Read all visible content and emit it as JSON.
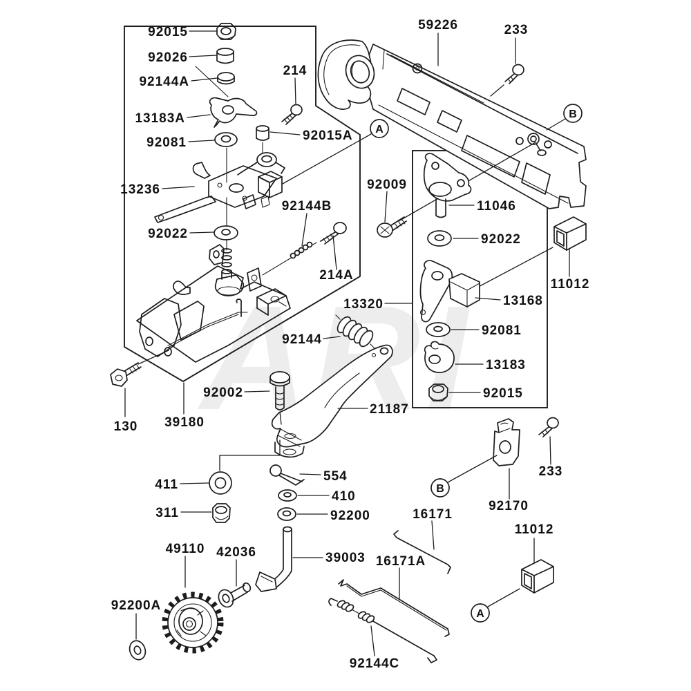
{
  "diagram": {
    "watermark": "ARI",
    "colors": {
      "line": "#1c1c1c",
      "background": "#ffffff",
      "watermark": "#ededed"
    }
  },
  "callouts": [
    {
      "letter": "A"
    },
    {
      "letter": "B"
    },
    {
      "letter": "B"
    },
    {
      "letter": "A"
    }
  ],
  "labels": [
    {
      "part": "92015"
    },
    {
      "part": "92026"
    },
    {
      "part": "92144A"
    },
    {
      "part": "13183A"
    },
    {
      "part": "92081"
    },
    {
      "part": "13236"
    },
    {
      "part": "92022"
    },
    {
      "part": "214"
    },
    {
      "part": "92015A"
    },
    {
      "part": "92144B"
    },
    {
      "part": "214A"
    },
    {
      "part": "59226"
    },
    {
      "part": "233"
    },
    {
      "part": "92009"
    },
    {
      "part": "11046"
    },
    {
      "part": "92022"
    },
    {
      "part": "11012"
    },
    {
      "part": "13320"
    },
    {
      "part": "13168"
    },
    {
      "part": "92081"
    },
    {
      "part": "13183"
    },
    {
      "part": "92015"
    },
    {
      "part": "92144"
    },
    {
      "part": "92002"
    },
    {
      "part": "21187"
    },
    {
      "part": "130"
    },
    {
      "part": "39180"
    },
    {
      "part": "411"
    },
    {
      "part": "554"
    },
    {
      "part": "410"
    },
    {
      "part": "311"
    },
    {
      "part": "92200"
    },
    {
      "part": "49110"
    },
    {
      "part": "42036"
    },
    {
      "part": "92200A"
    },
    {
      "part": "39003"
    },
    {
      "part": "16171A"
    },
    {
      "part": "16171"
    },
    {
      "part": "92144C"
    },
    {
      "part": "233"
    },
    {
      "part": "92170"
    },
    {
      "part": "11012"
    }
  ]
}
